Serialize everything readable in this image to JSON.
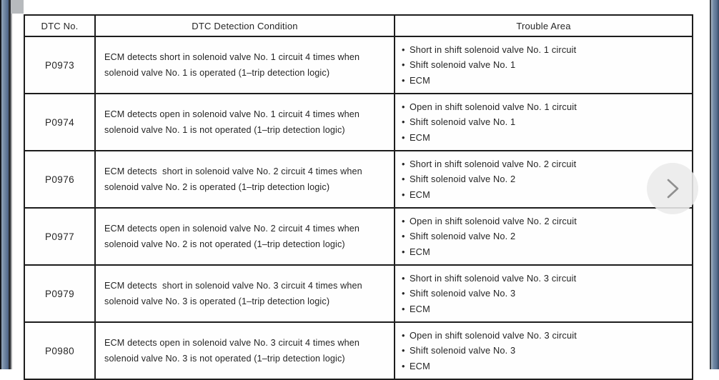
{
  "viewer": {
    "side_band_color": "#5d7390",
    "pager_next_icon": "chevron-right"
  },
  "table": {
    "headers": [
      "DTC No.",
      "DTC Detection Condition",
      "Trouble Area"
    ],
    "rows": [
      {
        "dtc": "P0973",
        "condition": "ECM detects short in solenoid valve No. 1 circuit 4 times when\nsolenoid valve No. 1 is operated (1–trip detection logic)",
        "trouble_areas": [
          "Short in shift solenoid valve No. 1 circuit",
          "Shift solenoid valve No. 1",
          "ECM"
        ]
      },
      {
        "dtc": "P0974",
        "condition": "ECM detects open in solenoid valve No. 1 circuit 4 times when\nsolenoid valve No. 1 is not operated (1–trip detection logic)",
        "trouble_areas": [
          "Open in shift solenoid valve No. 1 circuit",
          "Shift solenoid valve No. 1",
          "ECM"
        ]
      },
      {
        "dtc": "P0976",
        "condition": "ECM detects  short in solenoid valve No. 2 circuit 4 times when\nsolenoid valve No. 2 is operated (1–trip detection logic)",
        "trouble_areas": [
          "Short in shift solenoid valve No. 2 circuit",
          "Shift solenoid valve No. 2",
          "ECM"
        ]
      },
      {
        "dtc": "P0977",
        "condition": "ECM detects open in solenoid valve No. 2 circuit 4 times when\nsolenoid valve No. 2 is not operated (1–trip detection logic)",
        "trouble_areas": [
          "Open in shift solenoid valve No. 2 circuit",
          "Shift solenoid valve No. 2",
          "ECM"
        ]
      },
      {
        "dtc": "P0979",
        "condition": "ECM detects  short in solenoid valve No. 3 circuit 4 times when\nsolenoid valve No. 3 is operated (1–trip detection logic)",
        "trouble_areas": [
          "Short in shift solenoid valve No. 3 circuit",
          "Shift solenoid valve No. 3",
          "ECM"
        ]
      },
      {
        "dtc": "P0980",
        "condition": "ECM detects open in solenoid valve No. 3 circuit 4 times when\nsolenoid valve No. 3 is not operated (1–trip detection logic)",
        "trouble_areas": [
          "Open in shift solenoid valve No. 3 circuit",
          "Shift solenoid valve No. 3",
          "ECM"
        ]
      }
    ]
  }
}
